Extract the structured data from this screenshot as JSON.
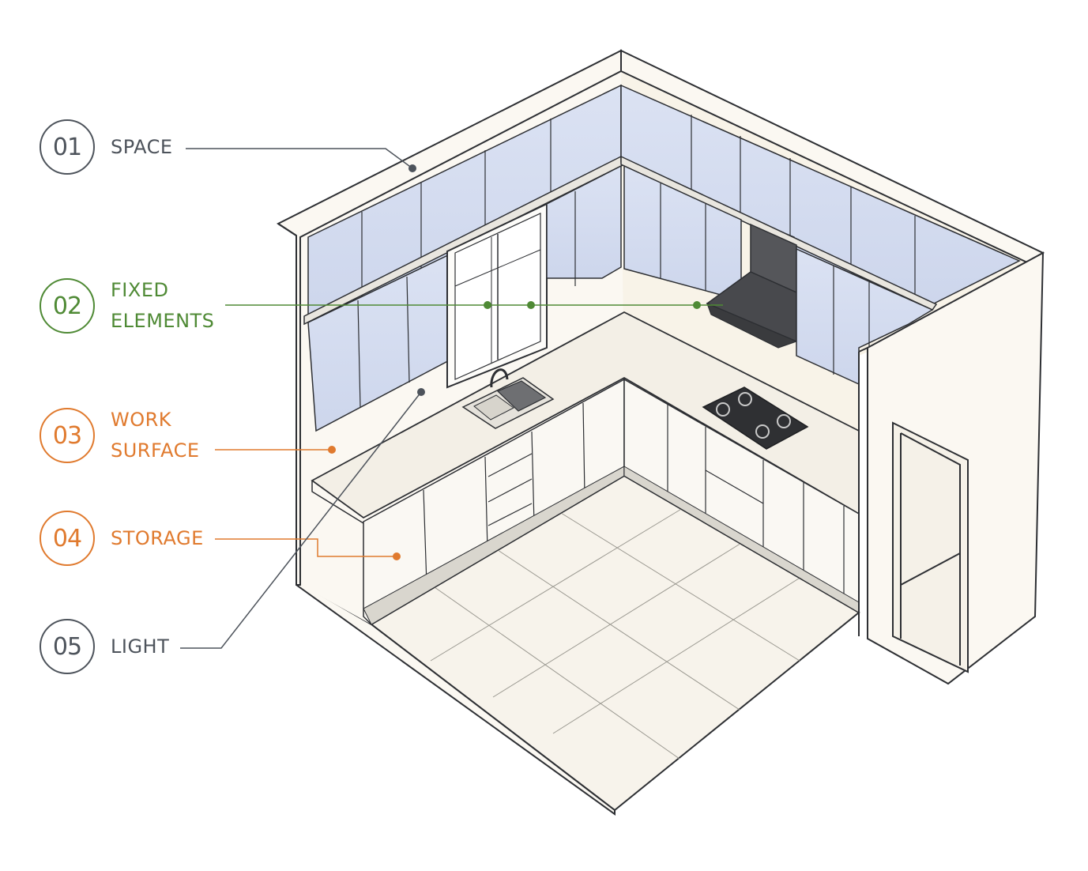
{
  "legend": [
    {
      "number": "01",
      "lines": [
        "SPACE"
      ],
      "color": "#4d535b"
    },
    {
      "number": "02",
      "lines": [
        "FIXED",
        "ELEMENTS"
      ],
      "color": "#4f8a35"
    },
    {
      "number": "03",
      "lines": [
        "WORK",
        "SURFACE"
      ],
      "color": "#e07a2e"
    },
    {
      "number": "04",
      "lines": [
        "STORAGE"
      ],
      "color": "#e07a2e"
    },
    {
      "number": "05",
      "lines": [
        "LIGHT"
      ],
      "color": "#4d535b"
    }
  ],
  "colors": {
    "cabinet_blue": "#d6def0",
    "line": "#2d2f33",
    "wall": "#fbf8f2",
    "floor": "#f6f2ea",
    "counter": "#f3efe6",
    "hood": "#4c4c4f"
  }
}
